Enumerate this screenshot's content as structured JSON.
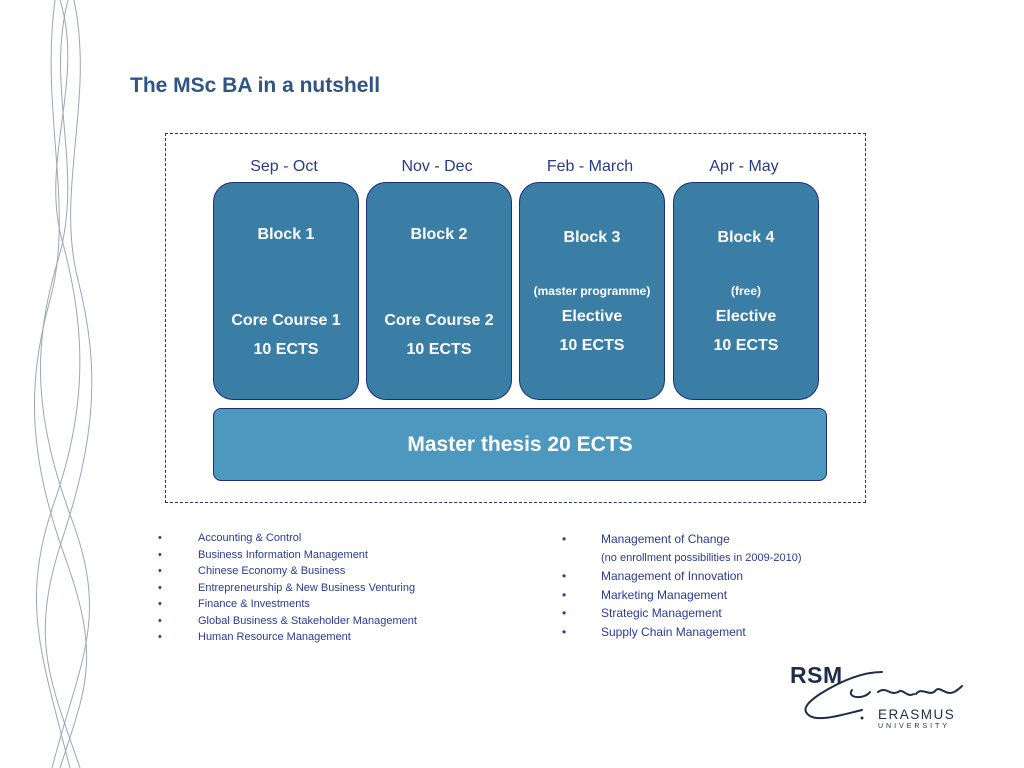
{
  "slide": {
    "title": "The MSc BA in a nutshell"
  },
  "periods": [
    "Sep - Oct",
    "Nov - Dec",
    "Feb - March",
    "Apr - May"
  ],
  "blocks": [
    {
      "title": "Block 1",
      "note": "",
      "course": "Core Course 1",
      "credits": "10 ECTS"
    },
    {
      "title": "Block 2",
      "note": "",
      "course": "Core Course 2",
      "credits": "10 ECTS"
    },
    {
      "title": "Block 3",
      "note": "(master programme)",
      "course": "Elective",
      "credits": "10 ECTS"
    },
    {
      "title": "Block 4",
      "note": "(free)",
      "course": "Elective",
      "credits": "10 ECTS"
    }
  ],
  "thesis": {
    "label": "Master thesis 20 ECTS"
  },
  "electives_left": [
    "Accounting & Control",
    "Business Information Management",
    "Chinese Economy & Business",
    "Entrepreneurship & New Business Venturing",
    "Finance & Investments",
    "Global Business & Stakeholder Management",
    "Human Resource Management"
  ],
  "electives_right": {
    "items": [
      "Management of Change",
      "Management of Innovation",
      "Marketing Management",
      "Strategic Management",
      "Supply Chain Management"
    ],
    "note": "(no enrollment possibilities in 2009-2010)"
  },
  "bullet": "•",
  "logo": {
    "rsm": "RSM",
    "erasmus": "ERASMUS",
    "university": "UNIVERSITY"
  },
  "colors": {
    "title": "#2e5583",
    "block_fill": "#3a7ea6",
    "thesis_fill": "#4d98be",
    "border": "#1d2e7a",
    "list_text": "#2a3a96"
  }
}
